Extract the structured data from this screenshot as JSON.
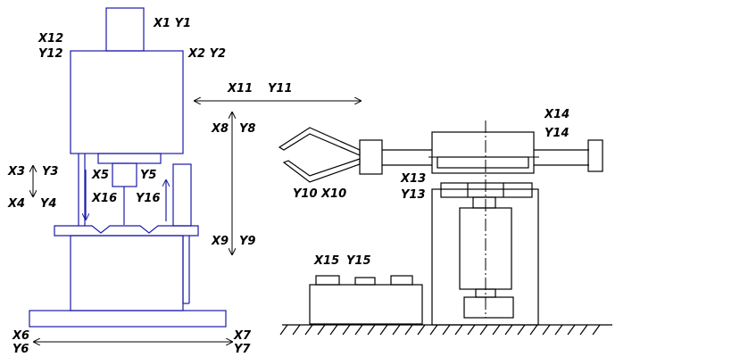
{
  "labels": {
    "x1y1": "X1 Y1",
    "x12": "X12",
    "y12": "Y12",
    "x2y2": "X2 Y2",
    "x11": "X11",
    "y11": "Y11",
    "x8": "X8",
    "y8": "Y8",
    "x3": "X3",
    "y3": "Y3",
    "x5": "X5",
    "y5": "Y5",
    "x16": "X16",
    "y16": "Y16",
    "x4": "X4",
    "y4": "Y4",
    "x9": "X9",
    "y9": "Y9",
    "y10x10": "Y10 X10",
    "x13": "X13",
    "y13": "Y13",
    "x14": "X14",
    "y14": "Y14",
    "x15": "X15",
    "y15": "Y15",
    "x6": "X6",
    "y6": "Y6",
    "x7": "X7",
    "y7": "Y7"
  },
  "colors": {
    "press": "#1a1aaa",
    "robot": "#000000",
    "dims": "#000000"
  }
}
